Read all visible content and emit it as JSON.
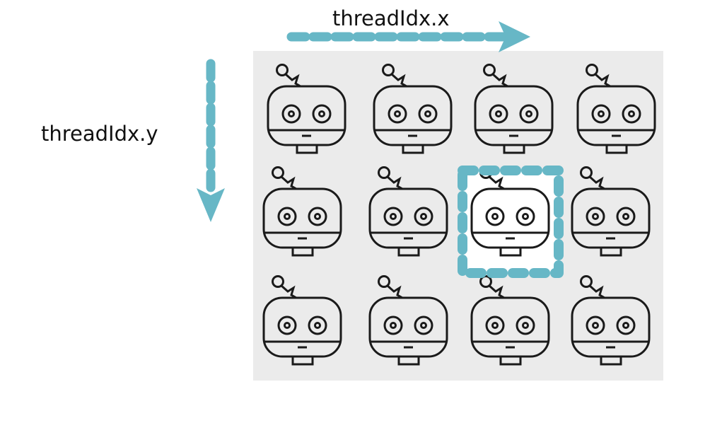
{
  "labels": {
    "x_axis": "threadIdx.x",
    "y_axis": "threadIdx.y"
  },
  "grid": {
    "rows": 3,
    "cols": 4,
    "highlighted": {
      "row": 2,
      "col": 3
    }
  },
  "colors": {
    "accent": "#67b7c6",
    "block_background": "#ebebeb",
    "robot_stroke": "#1a1a1a"
  },
  "icons": {
    "thread": "robot-icon"
  }
}
